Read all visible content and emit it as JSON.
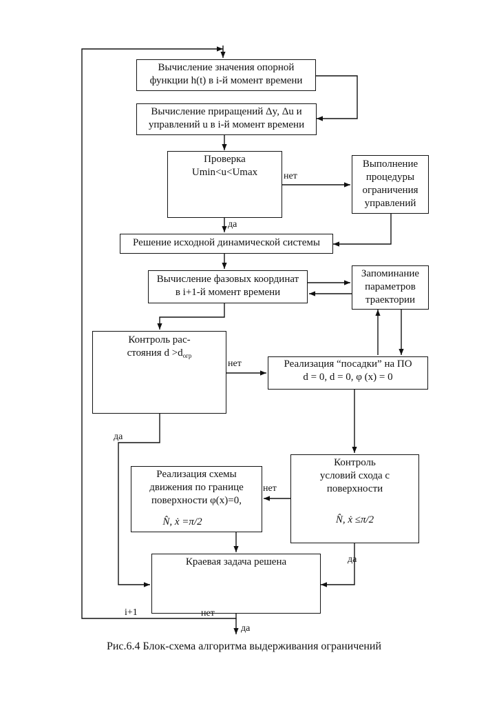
{
  "blocks": {
    "ref_func": {
      "lines": [
        "Вычисление значения опорной",
        "функции h(t) в i-й момент времени"
      ]
    },
    "increments": {
      "lines": [
        "Вычисление приращений Δy, Δu и",
        "управлений u в i-й момент времени"
      ]
    },
    "check": {
      "lines": [
        "Проверка",
        "Umin<u<Umax"
      ]
    },
    "limit_proc": {
      "lines": [
        "Выполнение",
        "процедуры",
        "ограничения",
        "управлений"
      ]
    },
    "solve_system": {
      "lines": [
        "Решение исходной динамической системы"
      ]
    },
    "phase_coords": {
      "lines": [
        "Вычисление фазовых координат",
        "в i+1-й момент времени"
      ]
    },
    "store_params": {
      "lines": [
        "Запоминание",
        "параметров",
        "траектории"
      ]
    },
    "dist_check": {
      "line1": "Контроль рас-",
      "line2_main": "стояния d >d",
      "line2_sub": "огр"
    },
    "landing": {
      "lines": [
        "Реализация “посадки” на ПО",
        "d = 0,  d = 0,  φ (x) = 0"
      ]
    },
    "exit_check": {
      "lines": [
        "Контроль",
        "условий схода с",
        "поверхности"
      ],
      "formula": "N̂, ẋ ≤π/2"
    },
    "boundary_motion": {
      "lines": [
        "Реализация схемы",
        "движения по границе",
        "поверхности φ(x)=0,"
      ],
      "formula": "N̂, ẋ =π/2"
    },
    "boundary_value": {
      "lines": [
        "Краевая  задача решена"
      ]
    }
  },
  "labels": {
    "check_no": "нет",
    "check_yes": "да",
    "dist_no": "нет",
    "dist_yes": "да",
    "exit_no": "нет",
    "exit_yes": "да",
    "loop_i": "i+1",
    "final_no": "нет",
    "final_yes": "да"
  },
  "caption": "Рис.6.4   Блок-схема алгоритма выдерживания ограничений"
}
